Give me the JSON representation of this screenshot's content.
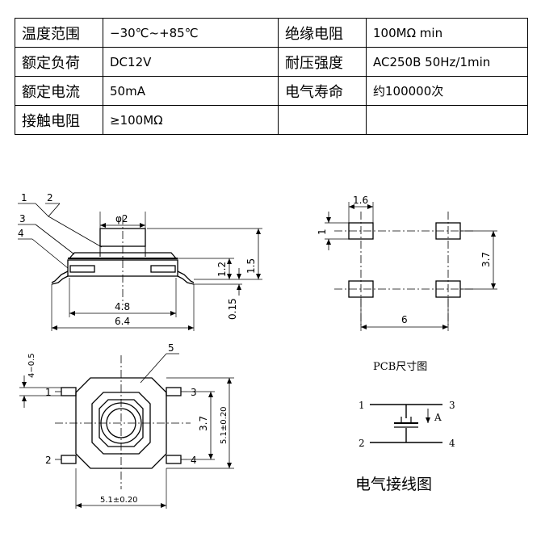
{
  "spec_table": {
    "rows": [
      [
        {
          "text": "温度范围"
        },
        {
          "text": "−30℃~+85℃"
        },
        {
          "text": "绝缘电阻"
        },
        {
          "text": "100MΩ min"
        }
      ],
      [
        {
          "text": "额定负荷"
        },
        {
          "text": "DC12V"
        },
        {
          "text": "耐压强度"
        },
        {
          "text": "AC250B 50Hz/1min"
        }
      ],
      [
        {
          "text": "额定电流"
        },
        {
          "text": "50mA"
        },
        {
          "text": "电气寿命"
        },
        {
          "text": "约100000次"
        }
      ],
      [
        {
          "text": "接触电阻"
        },
        {
          "text": "≥100MΩ"
        },
        {
          "text": ""
        },
        {
          "text": ""
        }
      ]
    ]
  },
  "side_view": {
    "callouts": [
      "1",
      "2",
      "3",
      "4"
    ],
    "dia_label": "φ2",
    "dim_height_1": "1.2",
    "dim_height_2": "1.5",
    "dim_thickness": "0.15",
    "dim_width_inner": "4.8",
    "dim_width_outer": "6.4"
  },
  "top_view": {
    "callout": "5",
    "dim_tab": "4−0.5",
    "dim_pitch": "3.7",
    "dim_height": "5.1±0.20",
    "dim_width": "5.1±0.20",
    "pins": [
      "1",
      "2",
      "3",
      "4"
    ]
  },
  "pcb": {
    "dim_pad": "1.6",
    "dim_pad_h": "1",
    "dim_pitch_v": "3.7",
    "dim_pitch_h": "6",
    "title": "PCB尺寸图"
  },
  "wiring": {
    "pins": [
      "1",
      "2",
      "3",
      "4"
    ],
    "arrow_label": "A",
    "title": "电气接线图"
  }
}
